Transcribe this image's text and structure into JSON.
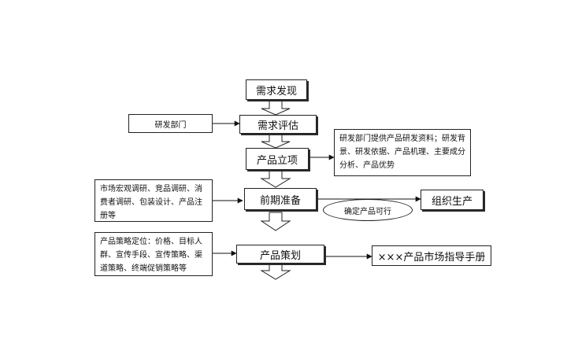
{
  "nodes": {
    "need_discovery": "需求发现",
    "rd_dept": "研发部门",
    "need_evaluation": "需求评估",
    "project_approval": "产品立项",
    "approval_note": "研发部门提供产品研发资料；研发背景、研发依据、产品机理、主要成分分析、产品优势",
    "market_research_note": "市场宏观调研、竞品调研、消费者调研、包装设计、产品注册等",
    "pre_preparation": "前期准备",
    "feasible": "确定产品可行",
    "organize_production": "组织生产",
    "strategy_note": "产品策略定位：价格、目标人群、宣传手段、宣传策略、渠道策略、终端促销策略等",
    "product_planning": "产品策划",
    "market_guide": "×××产品市场指导手册"
  },
  "colors": {
    "line": "#111111",
    "box_border": "#222222",
    "text": "#111111",
    "background": "#ffffff"
  }
}
